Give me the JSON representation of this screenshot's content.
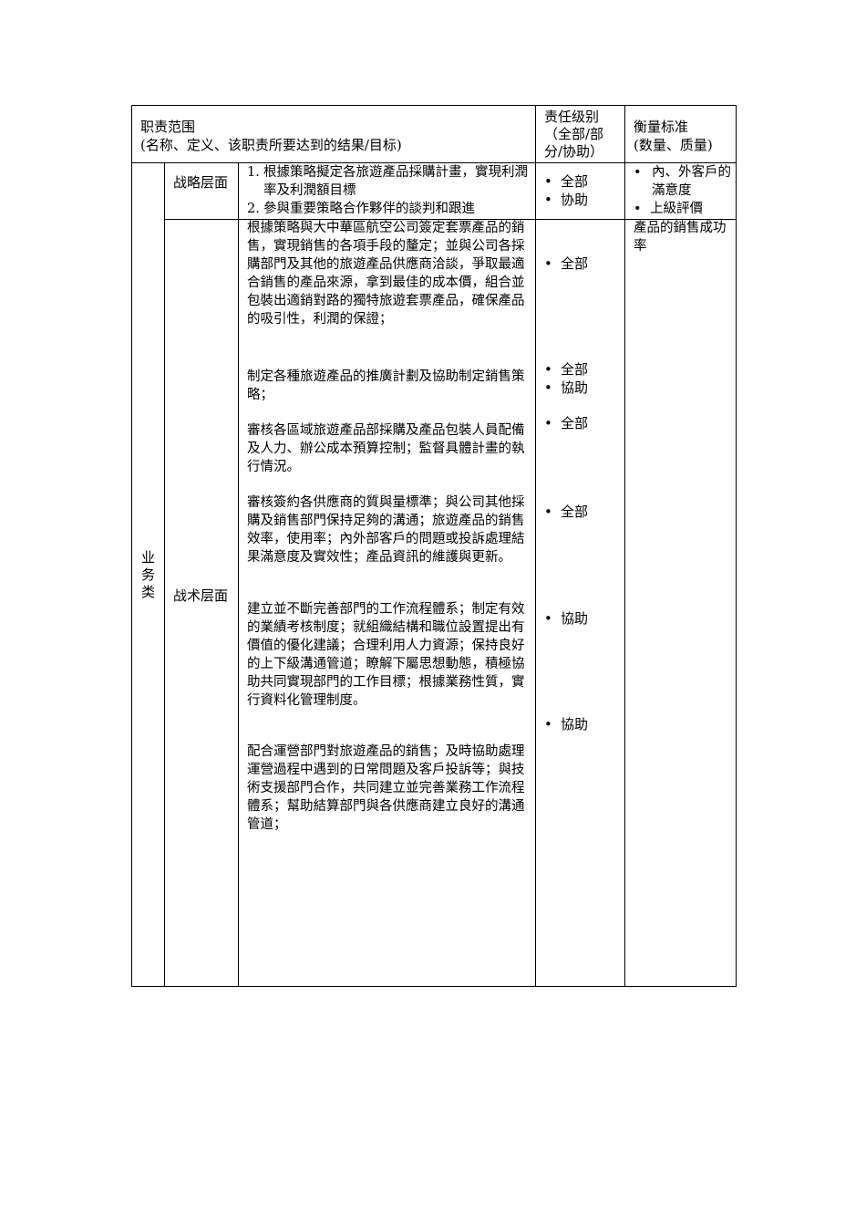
{
  "header": {
    "scope_title": "职责范围",
    "scope_sub": "(名称、定义、该职责所要达到的结果/目标)",
    "level_title": "责任级别",
    "level_sub1": "（全部/部",
    "level_sub2": "分/协助）",
    "measure_title": "衡量标准",
    "measure_sub": "(数量、质量)"
  },
  "category": [
    "业",
    "务",
    "类"
  ],
  "strategic": {
    "label": "战略层面",
    "items": [
      {
        "num": "1.",
        "text": "根據策略擬定各旅遊產品採購計畫，實現利潤率及利潤額目標"
      },
      {
        "num": "2.",
        "text": "參與重要策略合作夥伴的談判和跟進"
      }
    ],
    "levels": [
      "全部",
      "协助"
    ],
    "measures": [
      "內、外客戶的滿意度",
      "上級評價"
    ]
  },
  "tactical": {
    "label": "战术层面",
    "paragraphs": [
      "根據策略與大中華區航空公司簽定套票產品的銷售，實現銷售的各項手段的釐定；並與公司各採購部門及其他的旅遊產品供應商洽談，爭取最適合銷售的產品來源，拿到最佳的成本價，組合並包裝出適銷對路的獨特旅遊套票產品，確保產品的吸引性，利潤的保證；",
      "制定各種旅遊產品的推廣計劃及協助制定銷售策略；",
      "審核各區域旅遊產品部採購及產品包裝人員配備及人力、辦公成本預算控制；監督具體計畫的執行情況。",
      "審核簽約各供應商的質與量標準；與公司其他採購及銷售部門保持足夠的溝通；旅遊產品的銷售效率，使用率；內外部客戶的問題或投訴處理結果滿意度及實效性；產品資訊的維護與更新。",
      "建立並不斷完善部門的工作流程體系；制定有效的業績考核制度；就組織結構和職位設置提出有價值的優化建議；合理利用人力資源；保持良好的上下級溝通管道；瞭解下屬思想動態，積極協助共同實現部門的工作目標；根據業務性質，實行資料化管理制度。",
      "配合運營部門對旅遊產品的銷售；及時協助處理運營過程中遇到的日常問題及客戶投訴等；與技術支援部門合作，共同建立並完善業務工作流程體系；幫助結算部門與各供應商建立良好的溝通管道；"
    ],
    "levels": [
      "全部",
      "全部",
      "協助",
      "全部",
      "全部",
      "協助",
      "協助"
    ],
    "measure": "產品的銷售成功率"
  }
}
